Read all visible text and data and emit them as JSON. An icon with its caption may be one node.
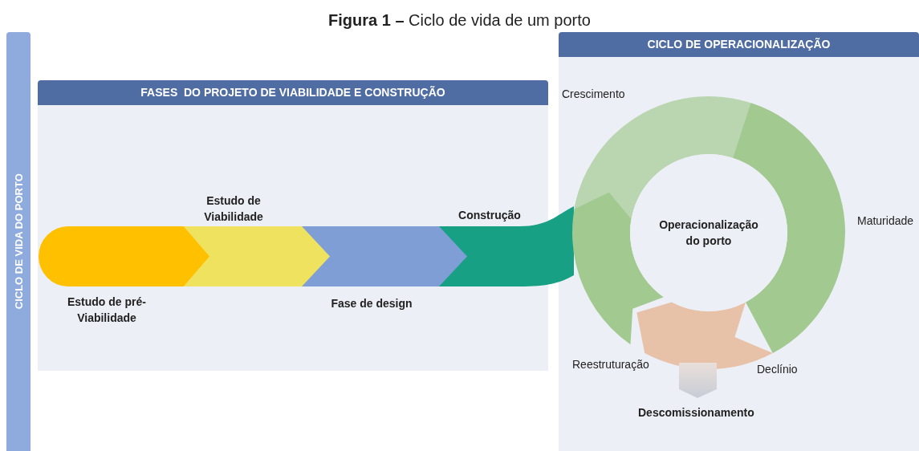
{
  "diagram": {
    "title": "**Figura 1 –** Ciclo de vida de um porto",
    "nodes": [
      {
        "text": [
          "CICLO DE VIDA DO PORTO"
        ]
      },
      {
        "text": [
          "FASES  DO PROJETO DE VIABILIDADE E CONSTRUÇÃO"
        ]
      },
      {
        "text": [],
        "shape": "chevron",
        "beside": [
          "Estudo de pré-Viabilidade"
        ],
        "in": 1
      },
      {
        "text": [],
        "shape": "chevron",
        "beside": [
          "Estudo de Viabilidade"
        ],
        "in": 1
      },
      {
        "text": [],
        "shape": "chevron",
        "beside": [
          "Fase de design"
        ],
        "in": 1
      },
      {
        "text": [],
        "shape": "chevron",
        "beside": [
          "Construção"
        ]
      },
      {
        "text": [
          "CICLO DE OPERACIONALIZAÇÃO"
        ]
      },
      {
        "text": [
          "Operacionalização do porto"
        ],
        "in": 6
      }
    ],
    "edges": [],
    "labels": [
      "Crescimento",
      "Maturidade",
      "Reestruturação",
      "Declínio",
      "Descomissionamento"
    ]
  }
}
